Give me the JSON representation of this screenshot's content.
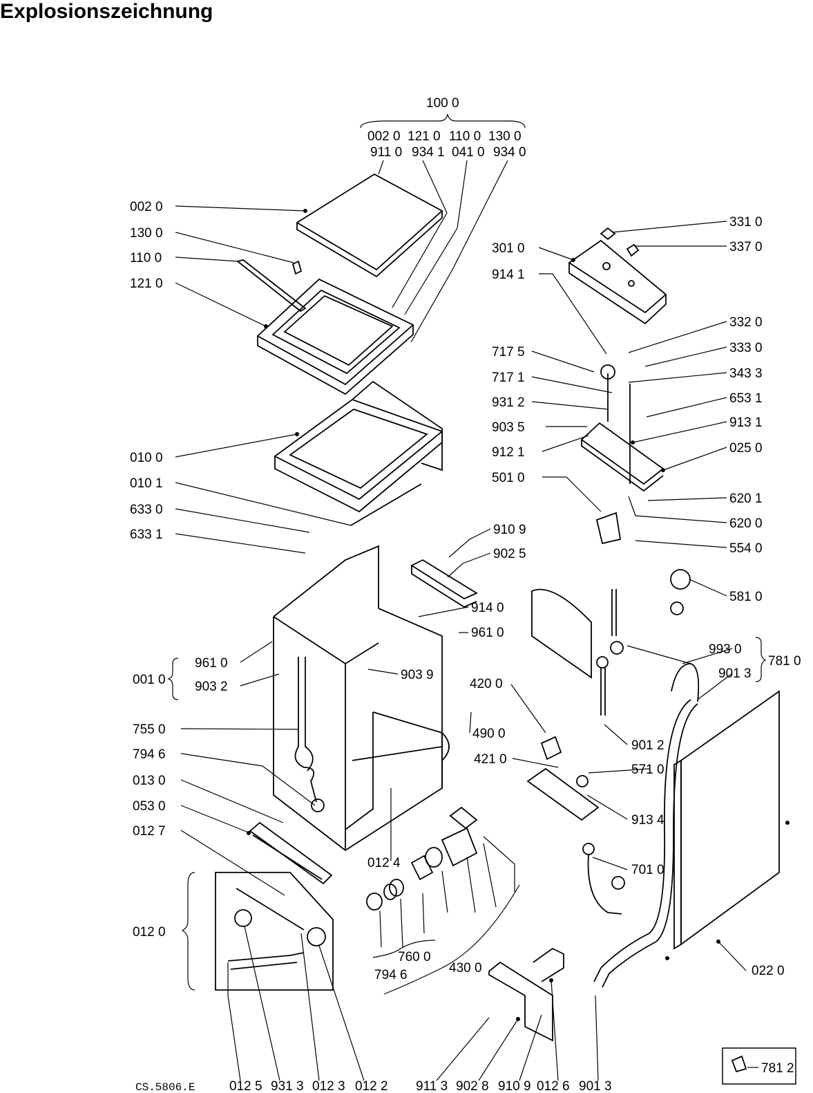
{
  "title": "Explosionszeichnung",
  "drawing_code": "CS.5806.E",
  "group_header": {
    "main": "100 0",
    "row1": [
      "002 0",
      "121 0",
      "110 0",
      "130 0"
    ],
    "row2": [
      "911 0",
      "934 1",
      "041 0",
      "934 0"
    ]
  },
  "labels": {
    "l002_0": "002 0",
    "l130_0": "130 0",
    "l110_0": "110 0",
    "l121_0": "121 0",
    "l010_0": "010 0",
    "l010_1": "010 1",
    "l633_0": "633 0",
    "l633_1": "633 1",
    "l001_0": "001 0",
    "l961_0a": "961 0",
    "l903_2": "903 2",
    "l755_0": "755 0",
    "l794_6a": "794 6",
    "l013_0": "013 0",
    "l053_0": "053 0",
    "l012_7": "012 7",
    "l012_0": "012 0",
    "l012_5": "012 5",
    "l931_3": "931 3",
    "l012_3": "012 3",
    "l012_2": "012 2",
    "l301_0": "301 0",
    "l914_1": "914 1",
    "l717_5": "717 5",
    "l717_1": "717 1",
    "l931_2": "931 2",
    "l903_5": "903 5",
    "l912_1": "912 1",
    "l501_0": "501 0",
    "l331_0": "331 0",
    "l337_0": "337 0",
    "l332_0": "332 0",
    "l333_0": "333 0",
    "l343_3": "343 3",
    "l653_1": "653 1",
    "l913_1": "913 1",
    "l025_0": "025 0",
    "l620_1": "620 1",
    "l620_0": "620 0",
    "l554_0": "554 0",
    "l581_0": "581 0",
    "l910_9a": "910 9",
    "l902_5": "902 5",
    "l914_0": "914 0",
    "l961_0b": "961 0",
    "l903_9": "903 9",
    "l420_0": "420 0",
    "l490_0": "490 0",
    "l421_0": "421 0",
    "l571_0": "571 0",
    "l913_4": "913 4",
    "l901_2": "901 2",
    "l993_0": "993 0",
    "l901_3a": "901 3",
    "l781_0": "781 0",
    "l012_4": "012 4",
    "l760_0": "760 0",
    "l794_6b": "794 6",
    "l430_0": "430 0",
    "l701_0": "701 0",
    "l022_0": "022 0",
    "l911_3": "911 3",
    "l902_8": "902 8",
    "l910_9b": "910 9",
    "l012_6": "012 6",
    "l901_3b": "901 3",
    "l781_2": "781 2"
  }
}
